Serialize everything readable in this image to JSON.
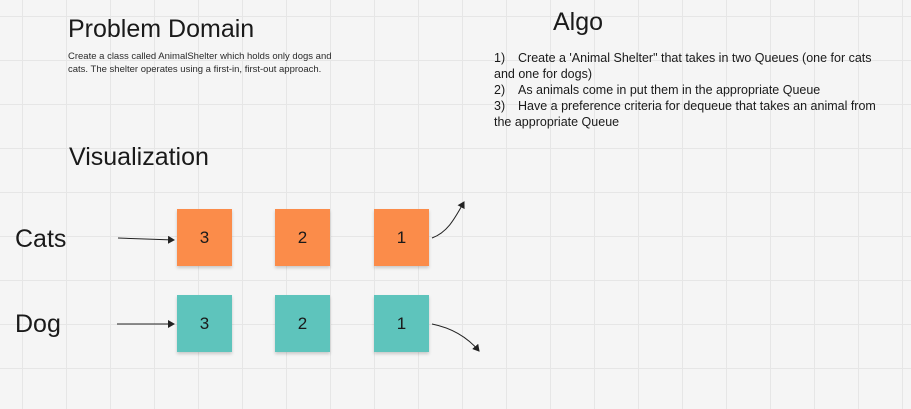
{
  "problem_domain": {
    "title": "Problem Domain",
    "description": "Create a class called AnimalShelter which holds only dogs and cats. The shelter operates using a first-in, first-out approach."
  },
  "algo": {
    "title": "Algo",
    "steps": [
      {
        "num": "1)",
        "text": "Create a 'Animal Shelter\" that takes in two Queues (one for cats and one for dogs)"
      },
      {
        "num": "2)",
        "text": "As animals come in put them in the appropriate Queue"
      },
      {
        "num": "3)",
        "text": "Have a preference criteria for dequeue that takes an animal from the appropriate Queue"
      }
    ]
  },
  "visualization": {
    "title": "Visualization",
    "rows": [
      {
        "label": "Cats",
        "color": "#fb8c4a",
        "notes": [
          "3",
          "2",
          "1"
        ]
      },
      {
        "label": "Dog",
        "color": "#5ec4bc",
        "notes": [
          "3",
          "2",
          "1"
        ]
      }
    ]
  },
  "colors": {
    "canvas": "#f5f5f5",
    "grid": "#e6e6e6",
    "cats_note": "#fb8c4a",
    "dogs_note": "#5ec4bc"
  }
}
